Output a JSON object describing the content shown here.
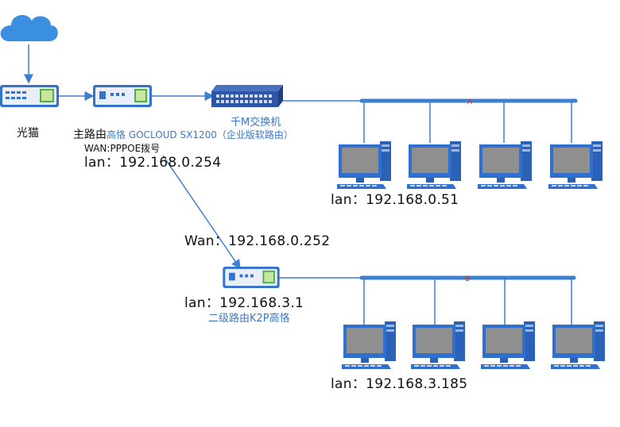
{
  "labels": {
    "modem": "光猫",
    "main_router_prefix": "主路由",
    "main_router_model": "高恪 GOCLOUD SX1200（企业版软路由）",
    "switch": "千M交换机",
    "wan_pppoe": "WAN:PPPOE拨号",
    "main_lan": "lan：192.168.0.254",
    "segment_a_lan": "lan：192.168.0.51",
    "sub_wan": "Wan：192.168.0.252",
    "sub_lan": "lan：192.168.3.1",
    "sub_router": "二级路由K2P高恪",
    "segment_b_lan": "lan：192.168.3.185"
  },
  "bus_labels": {
    "a": "A",
    "b": "B"
  },
  "colors": {
    "cloud": "#3b8fe0",
    "line": "#3d7fd1",
    "device": "#3572c9",
    "switch": "#2d55a8",
    "monitor": "#2f6fd0",
    "screen": "#8f8f8f",
    "label_blue": "#3b78c4"
  }
}
